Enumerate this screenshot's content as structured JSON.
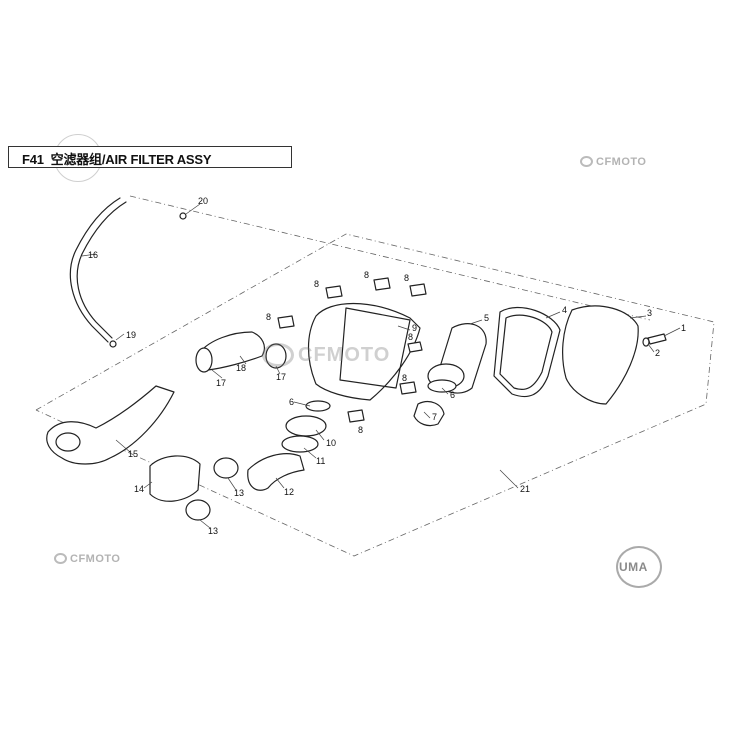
{
  "title": {
    "code": "F41",
    "name": "空滤器组/AIR FILTER ASSY"
  },
  "watermarks": {
    "brand_top": "CFMOTO",
    "brand_bottom": "CFMOTO",
    "center": "CFMOTO",
    "badge": "UMA"
  },
  "callouts": [
    "1",
    "2",
    "3",
    "4",
    "5",
    "6",
    "6",
    "7",
    "8",
    "8",
    "8",
    "8",
    "8",
    "8",
    "8",
    "9",
    "10",
    "11",
    "12",
    "13",
    "13",
    "14",
    "15",
    "16",
    "17",
    "17",
    "18",
    "19",
    "20",
    "21"
  ]
}
